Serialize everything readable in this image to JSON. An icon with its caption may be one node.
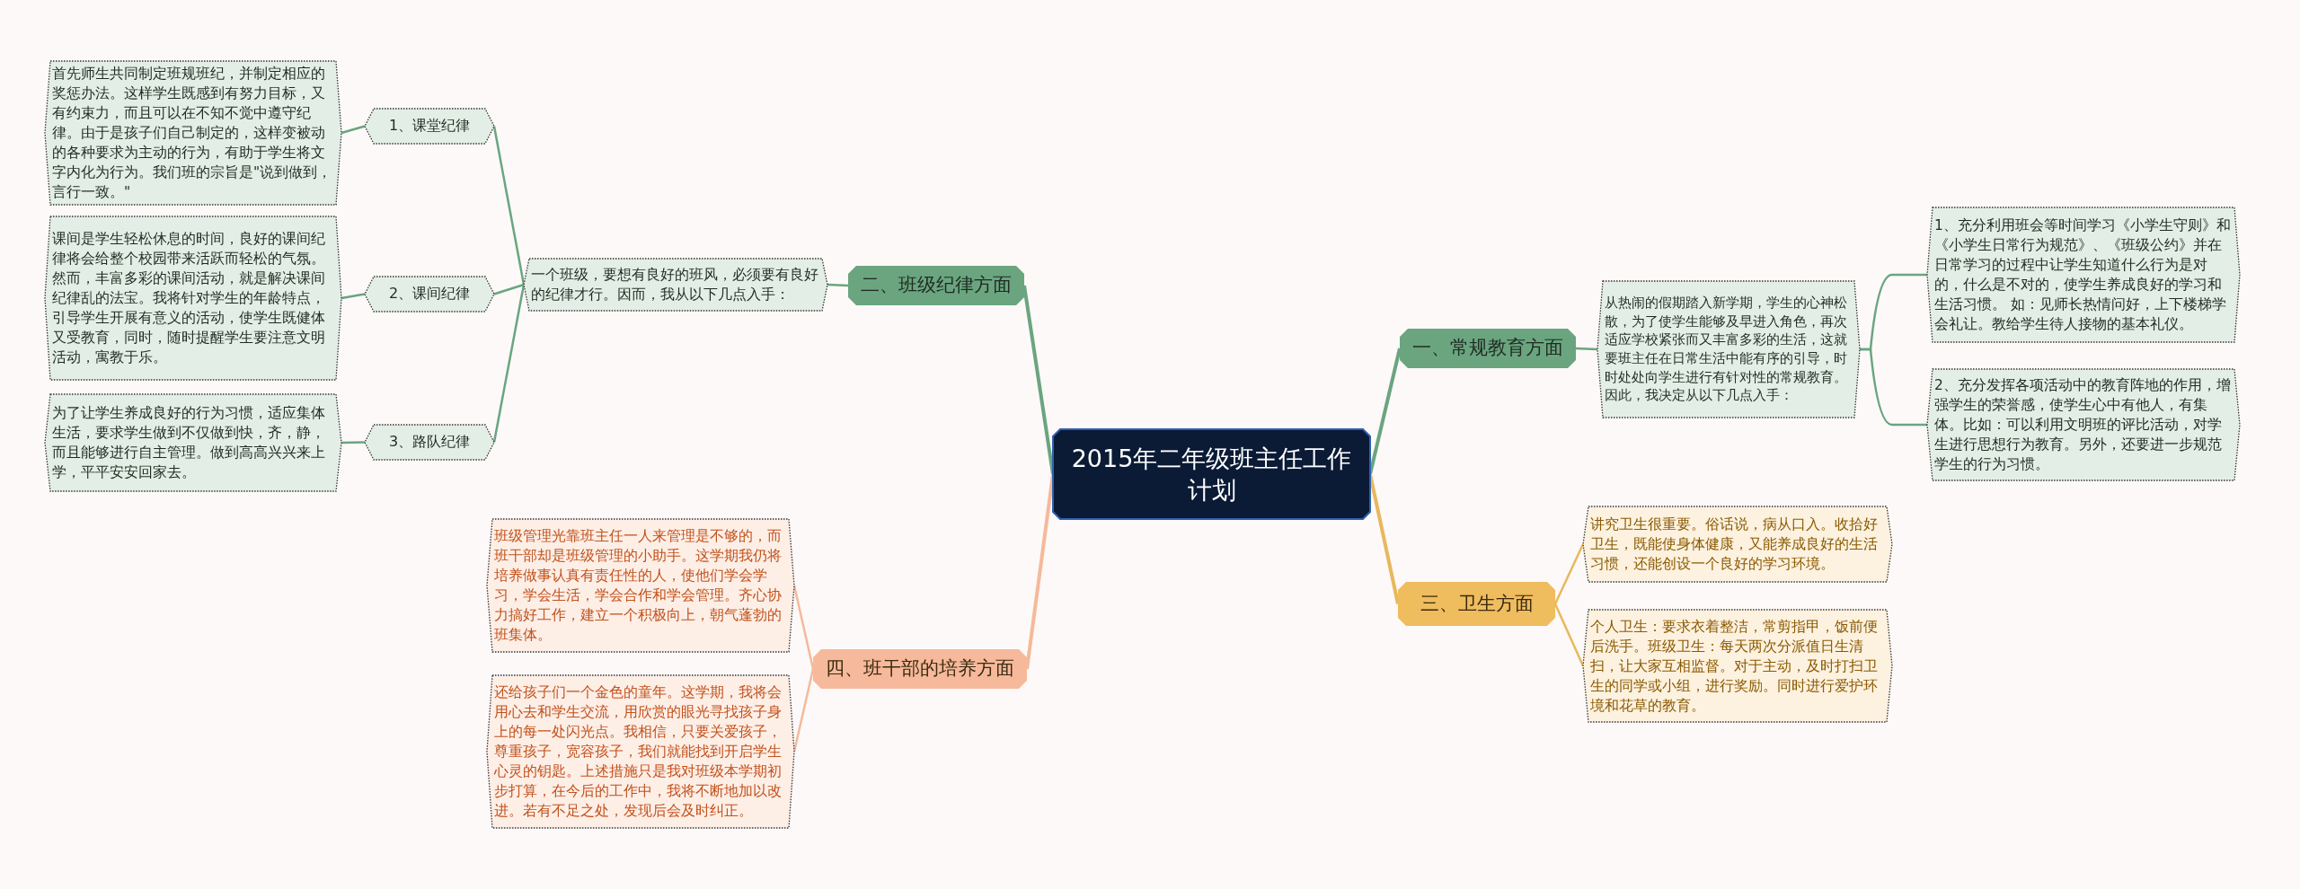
{
  "diagram": {
    "nodes": [
      {
        "text": [
          "2015年二年级班主任工作计划"
        ]
      },
      {
        "text": [
          "一、常规教育方面"
        ]
      },
      {
        "text": [
          "从热闹的假期踏入新学期，学生的心神松散，为了使学生能够及早进入角色，再次适应学校紧张而又丰富多彩的生活，这就要班主任在日常生活中能有序的引导，时时处处向学生进行有针对性的常规教育。因此，我决定从以下几点入手："
        ]
      },
      {
        "text": [
          "1、充分利用班会等时间学习《小学生守则》和《小学生日常行为规范》、《班级公约》并在日常学习的过程中让学生知道什么行为是对的，什么是不对的，使学生养成良好的学习和生活习惯。 如：见师长热情问好，上下楼梯学会礼让。教给学生待人接物的基本礼仪。"
        ]
      },
      {
        "text": [
          "2、充分发挥各项活动中的教育阵地的作用，增强学生的荣誉感，使学生心中有他人，有集体。比如：可以利用文明班的评比活动，对学生进行思想行为教育。另外，还要进一步规范学生的行为习惯。"
        ]
      },
      {
        "text": [
          "二、班级纪律方面"
        ]
      },
      {
        "text": [
          "一个班级，要想有良好的班风，必须要有良好的纪律才行。因而，我从以下几点入手："
        ]
      },
      {
        "text": [
          "1、课堂纪律"
        ]
      },
      {
        "text": [
          "首先师生共同制定班规班纪，并制定相应的奖惩办法。这样学生既感到有努力目标，又有约束力，而且可以在不知不觉中遵守纪律。由于是孩子们自己制定的，这样变被动的各种要求为主动的行为，有助于学生将文字内化为行为。我们班的宗旨是\"说到做到，言行一致。\""
        ]
      },
      {
        "text": [
          "2、课间纪律"
        ]
      },
      {
        "text": [
          "课间是学生轻松休息的时间，良好的课间纪律将会给整个校园带来活跃而轻松的气氛。然而，丰富多彩的课间活动，就是解决课间纪律乱的法宝。我将针对学生的年龄特点，引导学生开展有意义的活动，使学生既健体又受教育，同时，随时提醒学生要注意文明活动，寓教于乐。"
        ]
      },
      {
        "text": [
          "3、路队纪律"
        ]
      },
      {
        "text": [
          "为了让学生养成良好的行为习惯，适应集体生活，要求学生做到不仅做到快，齐，静，而且能够进行自主管理。做到高高兴兴来上学，平平安安回家去。"
        ]
      },
      {
        "text": [
          "三、卫生方面"
        ]
      },
      {
        "text": [
          "讲究卫生很重要。俗话说，病从口入。收拾好卫生，既能使身体健康，又能养成良好的生活习惯，还能创设一个良好的学习环境。"
        ]
      },
      {
        "text": [
          "个人卫生：要求衣着整洁，常剪指甲，饭前便后洗手。班级卫生：每天两次分派值日生清扫，让大家互相监督。对于主动，及时打扫卫生的同学或小组，进行奖励。同时进行爱护环境和花草的教育。"
        ]
      },
      {
        "text": [
          "四、班干部的培养方面"
        ]
      },
      {
        "text": [
          "班级管理光靠班主任一人来管理是不够的，而班干部却是班级管理的小助手。这学期我仍将培养做事认真有责任性的人，使他们学会学习，学会生活，学会合作和学会管理。齐心协力搞好工作，建立一个积极向上，朝气蓬勃的班集体。"
        ]
      },
      {
        "text": [
          "还给孩子们一个金色的童年。这学期，我将会用心去和学生交流，用欣赏的眼光寻找孩子身上的每一处闪光点。我相信，只要关爱孩子，尊重孩子，宽容孩子，我们就能找到开启学生心灵的钥匙。上述措施只是我对班级本学期初步打算，在今后的工作中，我将不断地加以改进。若有不足之处，发现后会及时纠正。"
        ]
      }
    ],
    "edges": [
      {
        "from": 0,
        "to": 1,
        "arrow": "none"
      },
      {
        "from": 1,
        "to": 2,
        "arrow": "none"
      },
      {
        "from": 2,
        "to": 3,
        "arrow": "none"
      },
      {
        "from": 2,
        "to": 4,
        "arrow": "none"
      },
      {
        "from": 0,
        "to": 5,
        "arrow": "none"
      },
      {
        "from": 5,
        "to": 6,
        "arrow": "none"
      },
      {
        "from": 6,
        "to": 7,
        "arrow": "none"
      },
      {
        "from": 7,
        "to": 8,
        "arrow": "none"
      },
      {
        "from": 6,
        "to": 9,
        "arrow": "none"
      },
      {
        "from": 9,
        "to": 10,
        "arrow": "none"
      },
      {
        "from": 6,
        "to": 11,
        "arrow": "none"
      },
      {
        "from": 11,
        "to": 12,
        "arrow": "none"
      },
      {
        "from": 0,
        "to": 13,
        "arrow": "none",
        "color": "#e8b85c"
      },
      {
        "from": 13,
        "to": 14,
        "arrow": "none",
        "color": "#e8b85c"
      },
      {
        "from": 13,
        "to": 15,
        "arrow": "none",
        "color": "#e8b85c"
      },
      {
        "from": 0,
        "to": 16,
        "arrow": "none",
        "color": "#f5b99a"
      },
      {
        "from": 16,
        "to": 17,
        "arrow": "none",
        "color": "#f5b99a"
      },
      {
        "from": 16,
        "to": 18,
        "arrow": "none",
        "color": "#f5b99a"
      }
    ]
  }
}
